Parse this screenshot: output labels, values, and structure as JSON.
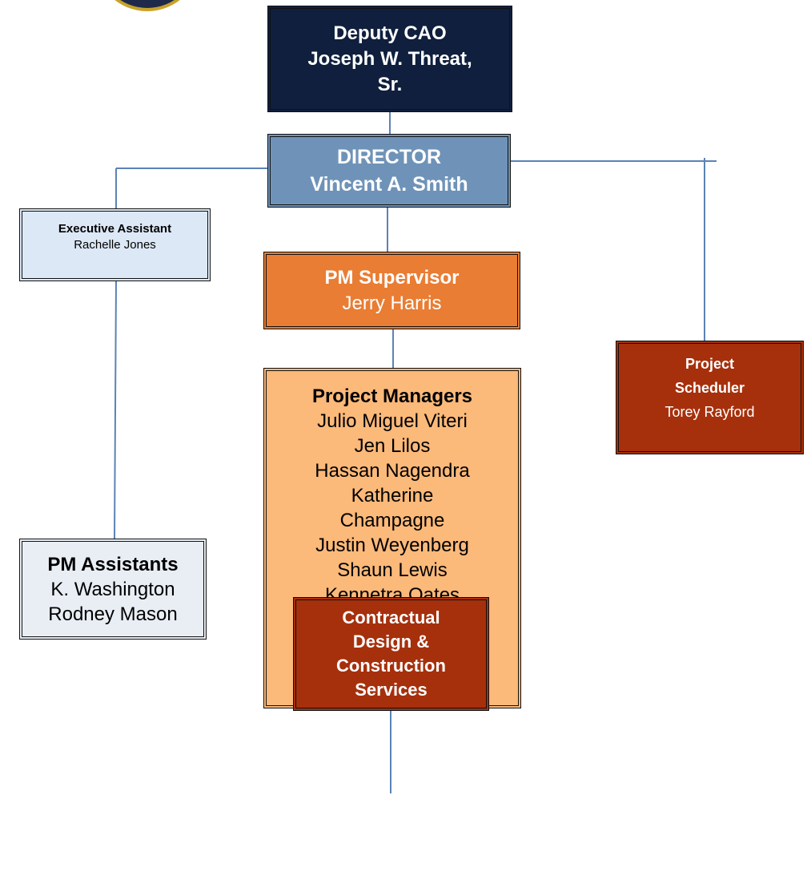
{
  "colors": {
    "connector": "#5b83b5",
    "deputy": "#0f1f3d",
    "director": "#6f93b8",
    "executive_assistant": "#dce8f6",
    "pm_supervisor": "#e97d34",
    "project_scheduler": "#a6300c",
    "project_managers": "#fbb97a",
    "pm_assistants": "#e9eef5",
    "contractual": "#a6300c"
  },
  "deputy": {
    "title": "Deputy CAO",
    "name_line1": "Joseph W. Threat,",
    "name_line2": "Sr."
  },
  "director": {
    "title": "DIRECTOR",
    "name": "Vincent A. Smith"
  },
  "executive_assistant": {
    "title": "Executive Assistant",
    "name": "Rachelle Jones"
  },
  "pm_supervisor": {
    "title": "PM Supervisor",
    "name": "Jerry Harris"
  },
  "project_scheduler": {
    "title_line1": "Project",
    "title_line2": "Scheduler",
    "name": "Torey Rayford"
  },
  "project_managers": {
    "title": "Project Managers",
    "lines": [
      "Julio Miguel Viteri",
      "Jen Lilos",
      "Hassan Nagendra",
      "Katherine",
      "Champagne",
      "Justin Weyenberg",
      "Shaun Lewis",
      "Kennetra Oates"
    ]
  },
  "pm_assistants": {
    "title": "PM Assistants",
    "names": [
      "K. Washington",
      "Rodney Mason"
    ]
  },
  "contractual": {
    "lines": [
      "Contractual",
      "Design &",
      "Construction",
      "Services"
    ]
  }
}
